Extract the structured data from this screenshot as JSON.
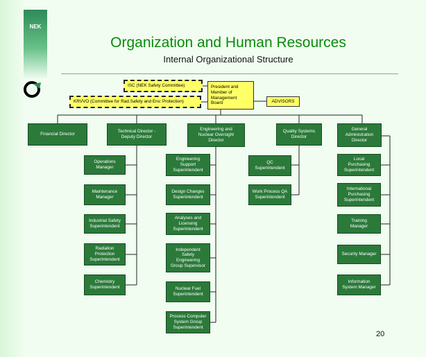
{
  "logo": {
    "text": "NEK"
  },
  "header": {
    "title": "Organization and Human Resources",
    "subtitle": "Internal Organizational Structure"
  },
  "committees": {
    "isc": "ISC (NEK Safety Committee)",
    "krvvo": "KRVVO (Committee for Rad.Safety and Env. Protection)"
  },
  "top": {
    "president": "President and\nMember of\nManagement\nBoard",
    "advisors": "ADVISORS"
  },
  "directors": {
    "financial": "Financial Director",
    "technical": "Technical Director -\nDeputy Director",
    "engineering": "Engineering and\nNuclear Oversight\nDirector",
    "quality": "Quality Systems\nDirector",
    "general": "General\nAdministration\nDirector"
  },
  "technical_units": {
    "operations": "Operations\nManager",
    "maintenance": "Maintenance\nManager",
    "industrial_safety": "Industrial Safety\nSuperintendent",
    "radiation": "Radiation\nProtection\nSuperintendent",
    "chemistry": "Chemistry\nSuperintendent"
  },
  "engineering_units": {
    "eng_support": "Engineering\nSupport\nSuperintendent",
    "design_changes": "Design Changes\nSuperintendent",
    "analyses": "Analyses and\nLicensing\nSuperintendent",
    "independent_safety": "Independent\nSafety\nEngineering\nGroup Supervisor",
    "nuclear_fuel": "Nuclear Fuel\nSuperintendent",
    "process_computer": "Process Computer\nSystem Group\nSuperintendent"
  },
  "quality_units": {
    "qc": "QC\nSuperintendent",
    "work_process": "Work Process QA\nSuperintendent"
  },
  "general_units": {
    "local_purchasing": "Local\nPurchasing\nSuperintendent",
    "international_purchasing": "International\nPurchasing\nSuperintendent",
    "training": "Training\nManager",
    "security": "Security Manager",
    "information": "Information\nSystem Manager"
  },
  "footer": {
    "page_number": "20"
  },
  "colors": {
    "box_fill": "#2b7a3a",
    "title_green": "#0b8a0b",
    "note_yellow": "#ffff66"
  }
}
